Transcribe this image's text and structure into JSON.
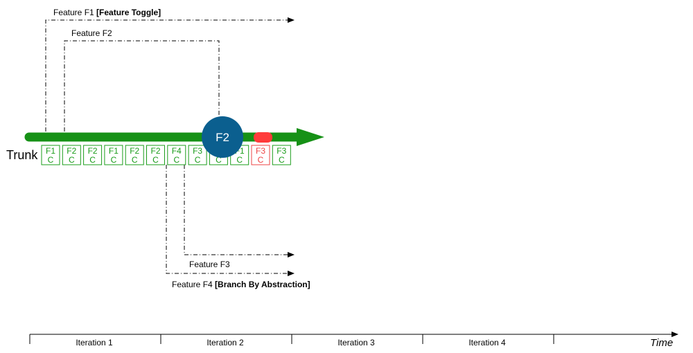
{
  "colors": {
    "trunk": "#169116",
    "commit_ok": "#1a9c1a",
    "commit_bad": "#ee4444",
    "merge_circle": "#0b5f8f",
    "broken_marker": "#ff3b3b",
    "branch_line": "#000000"
  },
  "trunk": {
    "label": "Trunk"
  },
  "branches": {
    "f1": {
      "name": "Feature F1",
      "tag": "[Feature Toggle]"
    },
    "f2": {
      "name": "Feature F2"
    },
    "f3": {
      "name": "Feature F3"
    },
    "f4": {
      "name": "Feature F4",
      "tag": "[Branch By Abstraction]"
    }
  },
  "merge": {
    "label": "F2"
  },
  "commits": [
    {
      "feature": "F1",
      "type": "C",
      "status": "ok"
    },
    {
      "feature": "F2",
      "type": "C",
      "status": "ok"
    },
    {
      "feature": "F2",
      "type": "C",
      "status": "ok"
    },
    {
      "feature": "F1",
      "type": "C",
      "status": "ok"
    },
    {
      "feature": "F2",
      "type": "C",
      "status": "ok"
    },
    {
      "feature": "F2",
      "type": "C",
      "status": "ok"
    },
    {
      "feature": "F4",
      "type": "C",
      "status": "ok"
    },
    {
      "feature": "F3",
      "type": "C",
      "status": "ok"
    },
    {
      "feature": "F2",
      "type": "C",
      "status": "ok"
    },
    {
      "feature": "F1",
      "type": "C",
      "status": "ok"
    },
    {
      "feature": "F3",
      "type": "C",
      "status": "bad"
    },
    {
      "feature": "F3",
      "type": "C",
      "status": "ok"
    }
  ],
  "timeline": {
    "iterations": [
      "Iteration 1",
      "Iteration 2",
      "Iteration 3",
      "Iteration 4"
    ],
    "axis_label": "Time"
  }
}
